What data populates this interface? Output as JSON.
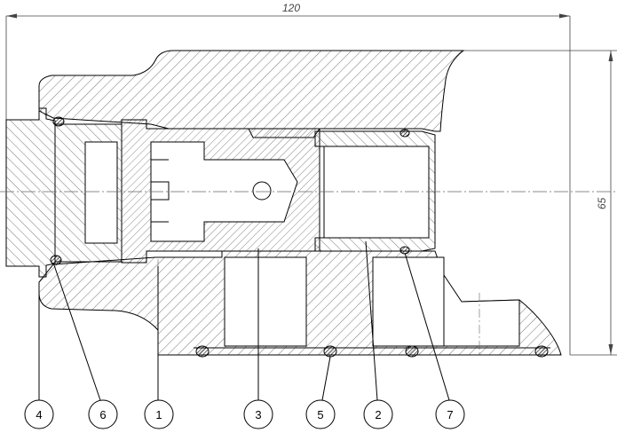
{
  "dimensions": {
    "overall_length": "120",
    "overall_height": "65"
  },
  "callouts": [
    {
      "label": "4"
    },
    {
      "label": "6"
    },
    {
      "label": "1"
    },
    {
      "label": "3"
    },
    {
      "label": "5"
    },
    {
      "label": "2"
    },
    {
      "label": "7"
    }
  ],
  "colors": {
    "line": "#000000",
    "hatch": "#555555",
    "dimension": "#444444"
  }
}
